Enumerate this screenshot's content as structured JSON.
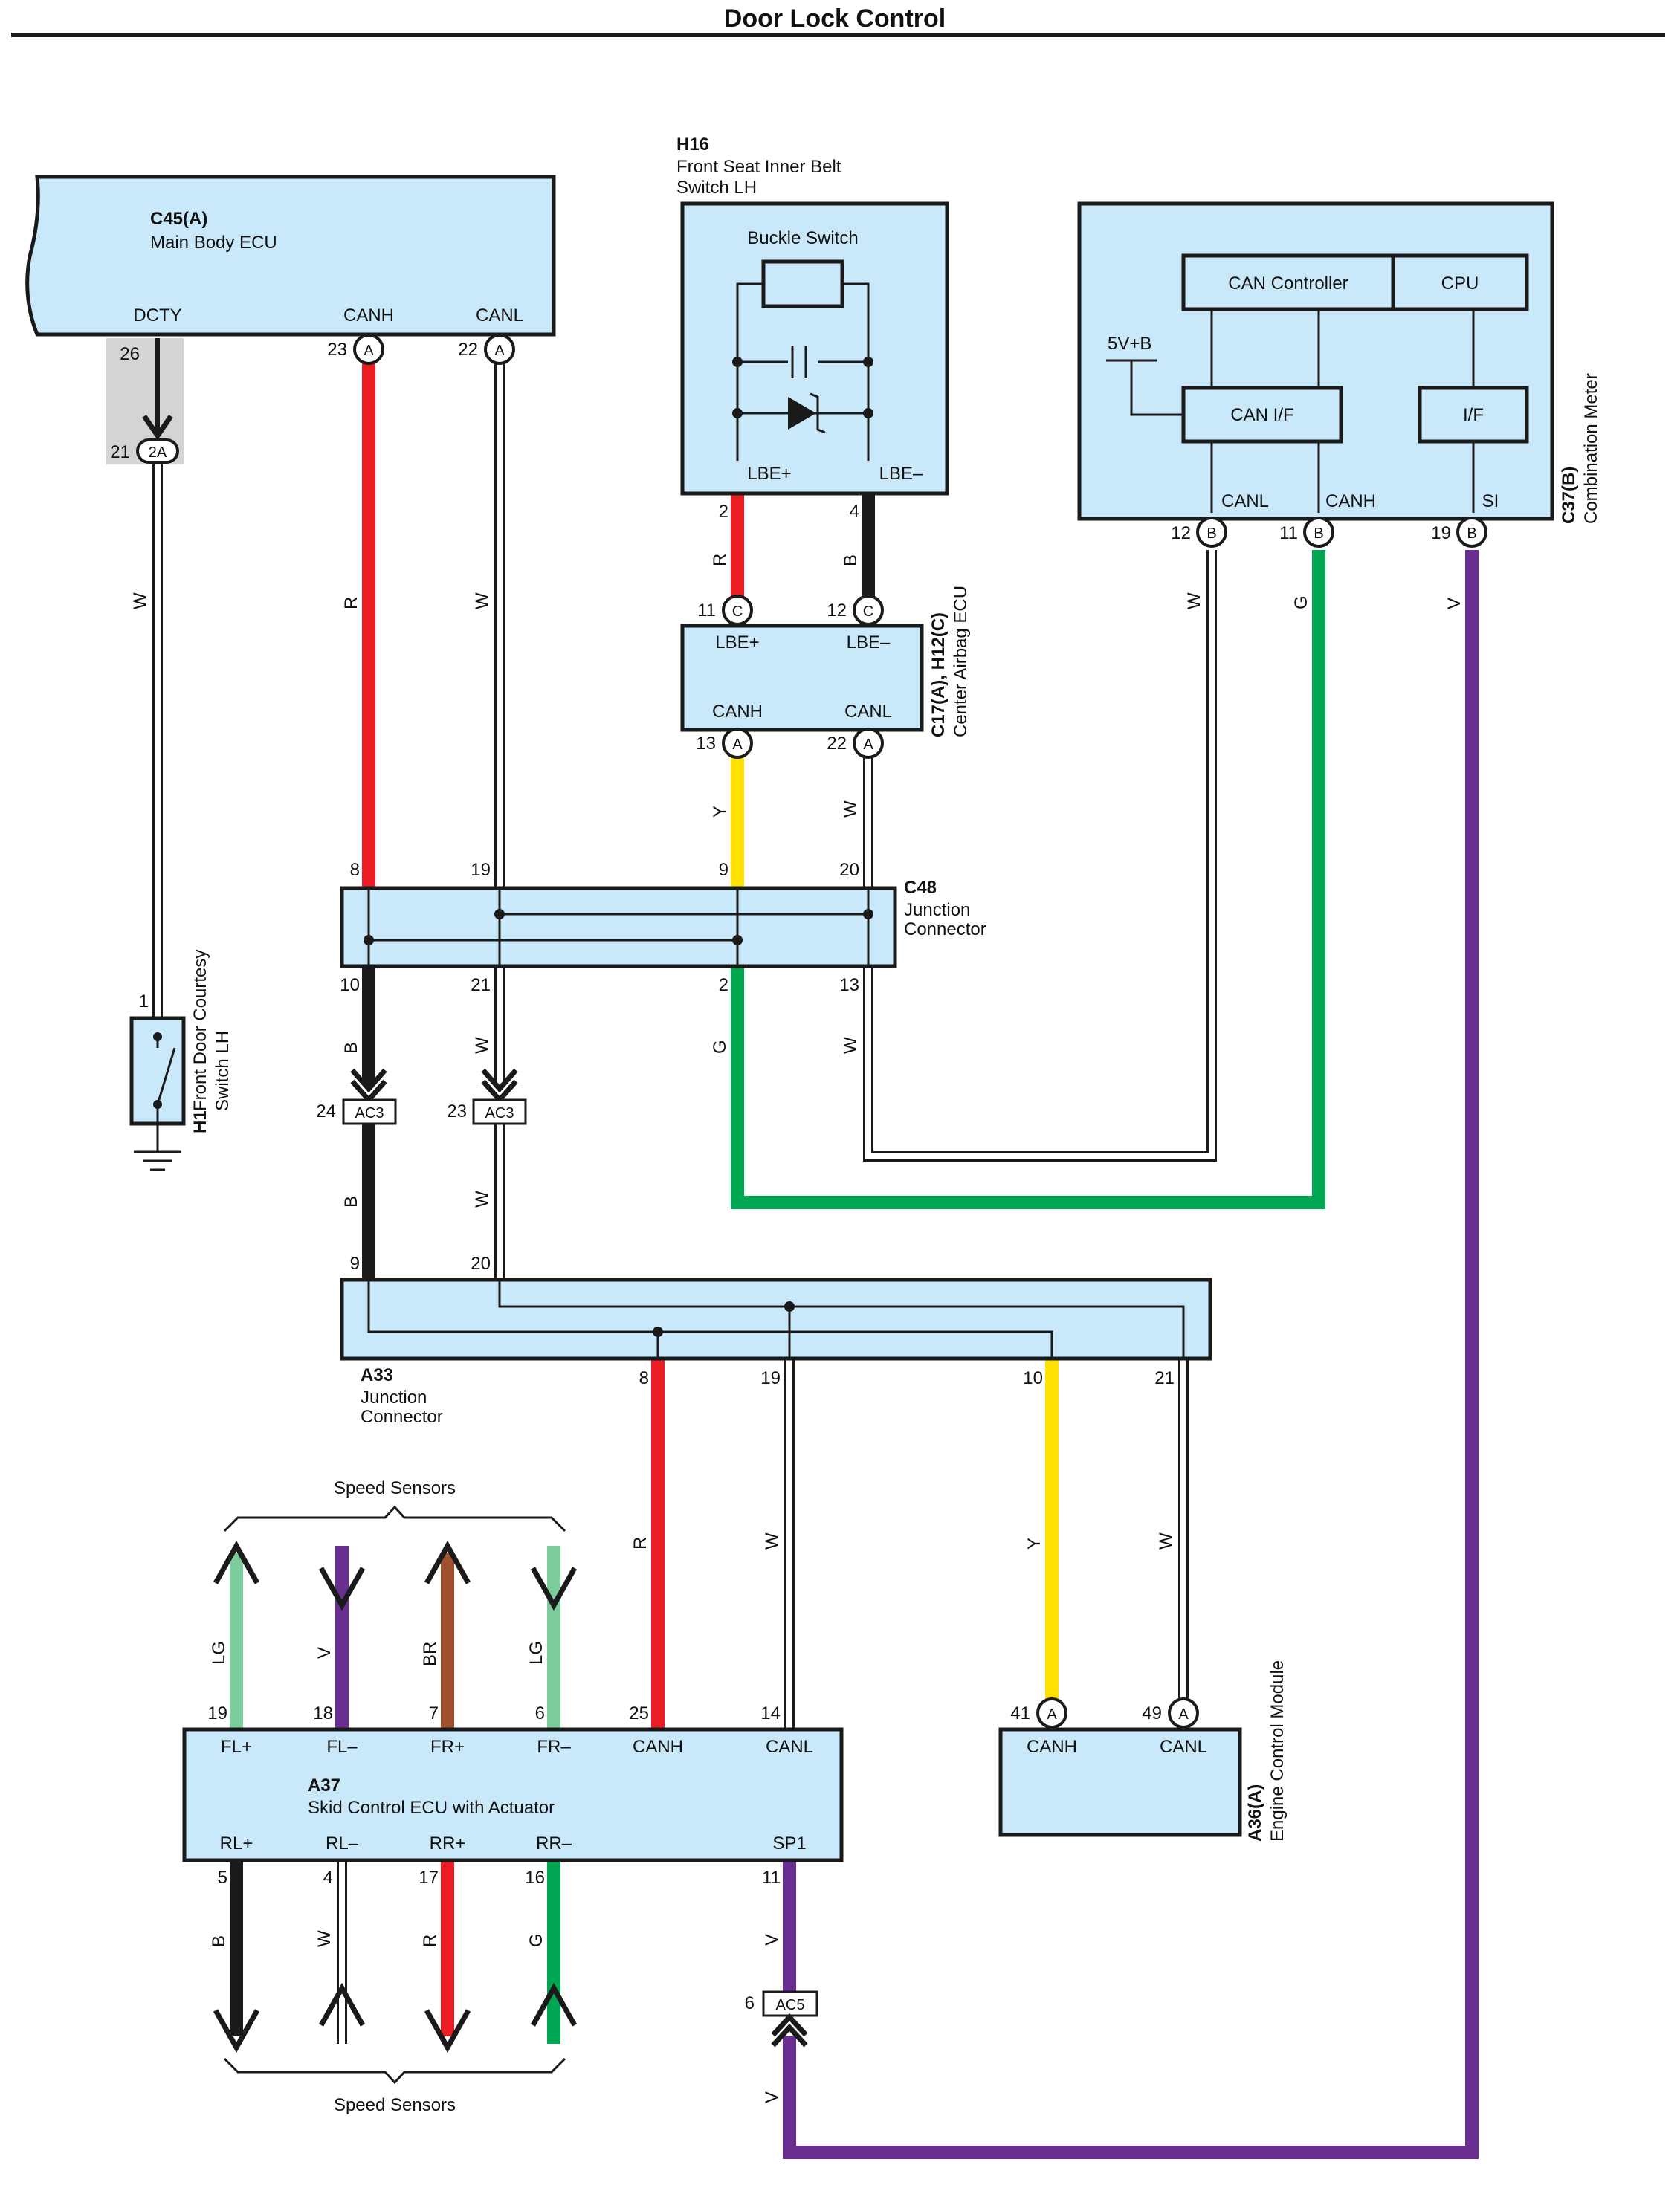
{
  "title": "Door Lock Control",
  "components": {
    "c45": {
      "code": "C45(A)",
      "name": "Main Body ECU",
      "t1": "DCTY",
      "t2": "CANH",
      "t3": "CANL"
    },
    "h16": {
      "code": "H16",
      "name1": "Front Seat Inner Belt",
      "name2": "Switch LH",
      "buckle": "Buckle Switch",
      "t1": "LBE+",
      "t2": "LBE–"
    },
    "c37": {
      "code": "C37(B)",
      "name": "Combination Meter",
      "can_controller": "CAN Controller",
      "cpu": "CPU",
      "can_if": "CAN I/F",
      "if": "I/F",
      "v5": "5V+B",
      "t1": "CANL",
      "t2": "CANH",
      "t3": "SI"
    },
    "c17": {
      "code": "C17(A), H12(C)",
      "name": "Center Airbag ECU",
      "t1": "LBE+",
      "t2": "LBE–",
      "t3": "CANH",
      "t4": "CANL"
    },
    "c48": {
      "code": "C48",
      "name1": "Junction",
      "name2": "Connector"
    },
    "h1": {
      "code": "H1",
      "name1": "Front Door Courtesy",
      "name2": "Switch LH"
    },
    "a33": {
      "code": "A33",
      "name1": "Junction",
      "name2": "Connector"
    },
    "a37": {
      "code": "A37",
      "name": "Skid Control ECU with Actuator",
      "t_fl_p": "FL+",
      "t_fl_m": "FL–",
      "t_fr_p": "FR+",
      "t_fr_m": "FR–",
      "t_canh": "CANH",
      "t_canl": "CANL",
      "t_rl_p": "RL+",
      "t_rl_m": "RL–",
      "t_rr_p": "RR+",
      "t_rr_m": "RR–",
      "t_sp1": "SP1"
    },
    "a36": {
      "code": "A36(A)",
      "name": "Engine Control Module",
      "t1": "CANH",
      "t2": "CANL"
    },
    "speed_top": "Speed Sensors",
    "speed_bottom": "Speed Sensors"
  },
  "connectors": {
    "a": "A",
    "b": "B",
    "c": "C",
    "c2a": "2A",
    "ac3": "AC3",
    "ac5": "AC5"
  },
  "pins": {
    "p26": "26",
    "p21a": "21",
    "p23a": "23",
    "p22a": "22",
    "p2": "2",
    "p4": "4",
    "p11c": "11",
    "p12c": "12",
    "p12b": "12",
    "p11b": "11",
    "p19b": "19",
    "p13a": "13",
    "p22c17": "22",
    "p8": "8",
    "p19": "19",
    "p9": "9",
    "p20": "20",
    "p10": "10",
    "p21": "21",
    "p2c48": "2",
    "p13": "13",
    "p1": "1",
    "p24": "24",
    "p23": "23",
    "p9a33": "9",
    "p20a33": "20",
    "p8a33": "8",
    "p19a33": "19",
    "p10a33": "10",
    "p21a33": "21",
    "p19a37": "19",
    "p18a37": "18",
    "p7a37": "7",
    "p6a37": "6",
    "p25a37": "25",
    "p14a37": "14",
    "p41": "41",
    "p49": "49",
    "p5": "5",
    "p4a37": "4",
    "p17": "17",
    "p16": "16",
    "p11a37": "11",
    "p6": "6"
  },
  "wires": {
    "w_dcty": "W",
    "w_canh_r": "R",
    "w_canl_w": "W",
    "w_h16_r": "R",
    "w_h16_b": "B",
    "w_c37_w": "W",
    "w_c37_g": "G",
    "w_c37_v": "V",
    "w_c17_y": "Y",
    "w_c17_w": "W",
    "w_c48_b": "B",
    "w_c48_w": "W",
    "w_c48_g": "G",
    "w_c48_w2": "W",
    "w_ac3_b": "B",
    "w_ac3_w": "W",
    "w_a33_r": "R",
    "w_a33_w": "W",
    "w_a33_y": "Y",
    "w_a33_w2": "W",
    "w_lg1": "LG",
    "w_v1": "V",
    "w_br": "BR",
    "w_lg2": "LG",
    "w_b": "B",
    "w_w": "W",
    "w_r": "R",
    "w_g": "G",
    "w_v_sp1": "V",
    "w_v_ac5": "V"
  },
  "colors": {
    "red": "#ea1c24",
    "green": "#00a651",
    "violet": "#6a2d91",
    "yellow": "#ffe000",
    "black": "#1a1a1a",
    "brown": "#a0522d",
    "light_green": "#7dcd9c",
    "fill": "#c9e8f9"
  }
}
